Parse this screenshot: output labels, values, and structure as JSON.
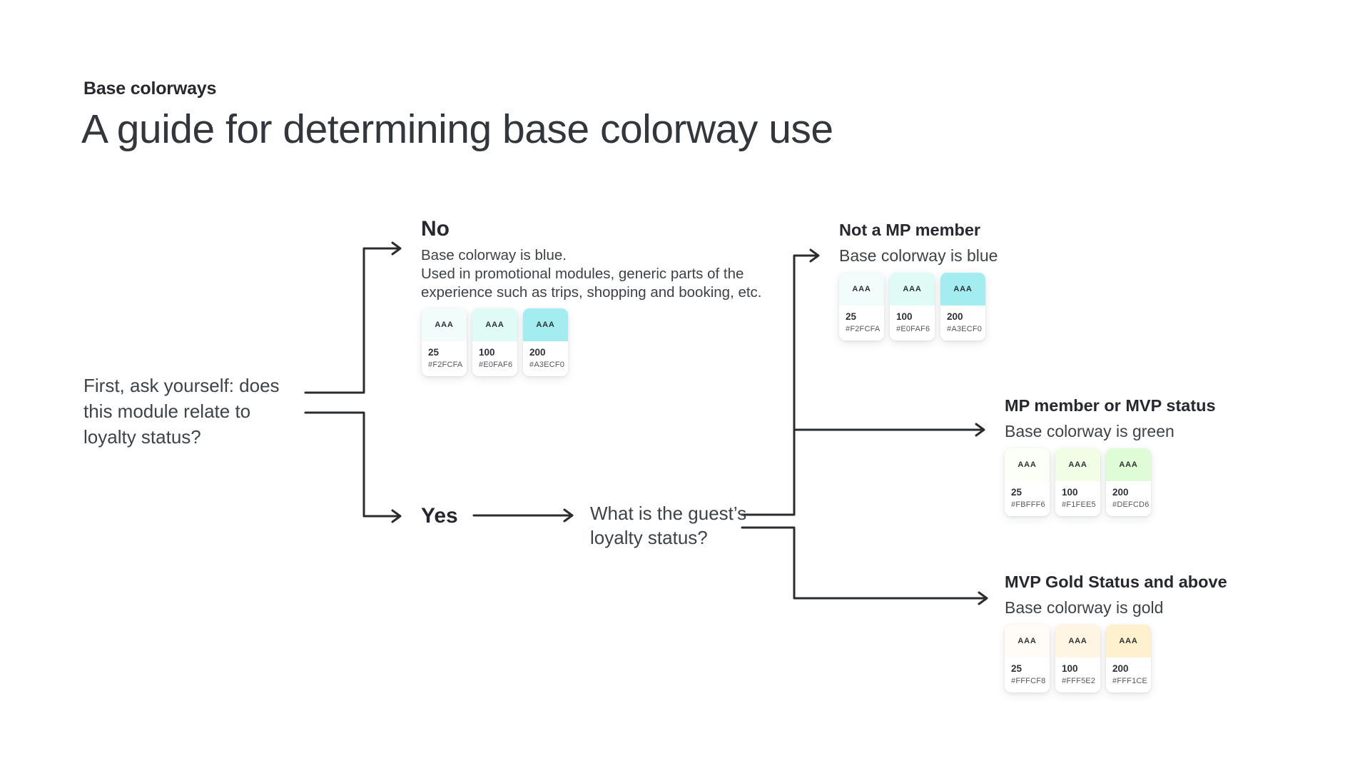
{
  "page": {
    "eyebrow": "Base colorways",
    "title": "A guide for determining base colorway use"
  },
  "swatch_contrast_label": "AAA",
  "flow": {
    "root_question_lines": [
      "First, ask yourself: does",
      "this module relate to",
      "loyalty status?"
    ],
    "no_branch": {
      "label": "No",
      "description_lines": [
        "Base colorway is blue.",
        "Used in promotional modules, generic parts of the",
        "experience such as trips, shopping and booking, etc."
      ],
      "swatches": [
        {
          "weight": "25",
          "hex": "#F2FCFA"
        },
        {
          "weight": "100",
          "hex": "#E0FAF6"
        },
        {
          "weight": "200",
          "hex": "#A3ECF0"
        }
      ]
    },
    "yes_branch": {
      "label": "Yes",
      "question_lines": [
        "What is the guest’s",
        "loyalty status?"
      ]
    },
    "outcomes": [
      {
        "title": "Not a MP member",
        "subtitle": "Base colorway is blue",
        "swatches": [
          {
            "weight": "25",
            "hex": "#F2FCFA"
          },
          {
            "weight": "100",
            "hex": "#E0FAF6"
          },
          {
            "weight": "200",
            "hex": "#A3ECF0"
          }
        ]
      },
      {
        "title": "MP member or MVP status",
        "subtitle": "Base colorway is green",
        "swatches": [
          {
            "weight": "25",
            "hex": "#FBFFF6"
          },
          {
            "weight": "100",
            "hex": "#F1FEE5"
          },
          {
            "weight": "200",
            "hex": "#DEFCD6"
          }
        ]
      },
      {
        "title": "MVP Gold Status and above",
        "subtitle": "Base colorway is gold",
        "swatches": [
          {
            "weight": "25",
            "hex": "#FFFCF8"
          },
          {
            "weight": "100",
            "hex": "#FFF5E2"
          },
          {
            "weight": "200",
            "hex": "#FFF1CE"
          }
        ]
      }
    ]
  },
  "colors": {
    "background": "#FFFFFF",
    "text_heading": "#26282D",
    "text_body": "#3E4347",
    "connector_line": "#2B2C30"
  }
}
